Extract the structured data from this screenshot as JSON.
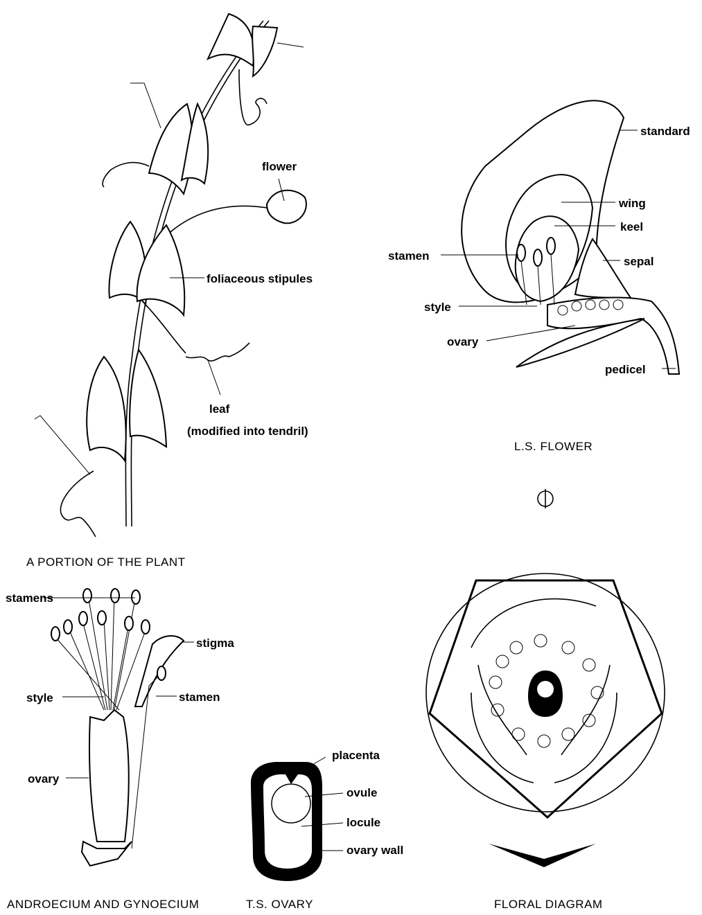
{
  "plant": {
    "caption": "A PORTION OF THE PLANT",
    "labels": {
      "flower": "flower",
      "stipules": "foliaceous stipules",
      "leaf": "leaf",
      "leaf_note": "(modified into tendril)"
    }
  },
  "ls_flower": {
    "caption": "L.S. FLOWER",
    "labels": {
      "standard": "standard",
      "wing": "wing",
      "keel": "keel",
      "sepal": "sepal",
      "stamen": "stamen",
      "style": "style",
      "ovary": "ovary",
      "pedicel": "pedicel"
    }
  },
  "androecium": {
    "caption": "ANDROECIUM AND GYNOECIUM",
    "labels": {
      "stamens": "stamens",
      "stigma": "stigma",
      "style": "style",
      "stamen": "stamen",
      "ovary": "ovary"
    }
  },
  "ts_ovary": {
    "caption": "T.S. OVARY",
    "labels": {
      "placenta": "placenta",
      "ovule": "ovule",
      "locule": "locule",
      "ovary_wall": "ovary wall"
    }
  },
  "floral_diagram": {
    "caption": "FLORAL DIAGRAM"
  }
}
